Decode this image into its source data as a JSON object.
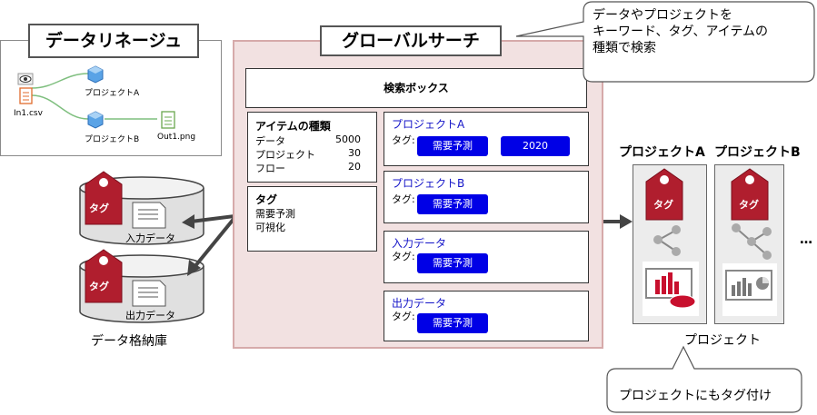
{
  "lineage": {
    "title": "データリネージュ",
    "nodes": {
      "source_file": "In1.csv",
      "project_a": "プロジェクトA",
      "project_b": "プロジェクトB",
      "output_file": "Out1.png"
    }
  },
  "storage": {
    "tag_label_1": "タグ",
    "tag_label_2": "タグ",
    "input_doc": "入力データ",
    "output_doc": "出力データ",
    "caption": "データ格納庫"
  },
  "global_search": {
    "title": "グローバルサーチ",
    "search_box": "検索ボックス",
    "item_types": {
      "heading": "アイテムの種類",
      "rows": [
        {
          "name": "データ",
          "count": "5000"
        },
        {
          "name": "プロジェクト",
          "count": "30"
        },
        {
          "name": "フロー",
          "count": "20"
        }
      ]
    },
    "tags_panel": {
      "heading": "タグ",
      "items": [
        "需要予測",
        "可視化"
      ]
    },
    "results": [
      {
        "title": "プロジェクトA",
        "tag_prefix": "タグ:",
        "tags": [
          "需要予測",
          "2020"
        ]
      },
      {
        "title": "プロジェクトB",
        "tag_prefix": "タグ:",
        "tags": [
          "需要予測"
        ]
      },
      {
        "title": "入力データ",
        "tag_prefix": "タグ:",
        "tags": [
          "需要予測"
        ]
      },
      {
        "title": "出力データ",
        "tag_prefix": "タグ:",
        "tags": [
          "需要予測"
        ]
      }
    ]
  },
  "callouts": {
    "top": [
      "データやプロジェクトを",
      "キーワード、タグ、アイテムの",
      "種類で検索"
    ],
    "bottom": "プロジェクトにもタグ付け"
  },
  "projects": {
    "a_label": "プロジェクトA",
    "b_label": "プロジェクトB",
    "tag_a": "タグ",
    "tag_b": "タグ",
    "ellipsis": "…",
    "caption": "プロジェクト"
  },
  "colors": {
    "tag_red": "#b01e2e",
    "tag_button_blue": "#0000e6",
    "panel_pink": "#f2e1e1",
    "project_title_blue": "#1414c8"
  }
}
